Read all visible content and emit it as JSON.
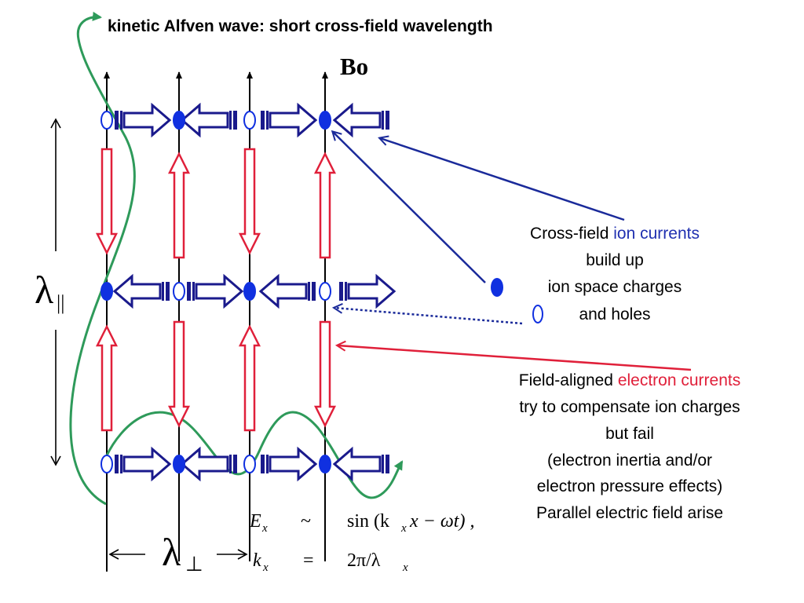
{
  "title": "kinetic Alfven wave: short cross-field wavelength",
  "field_label": "Bo",
  "lambda_parallel": {
    "base": "λ",
    "sub": "||"
  },
  "lambda_perp": {
    "base": "λ",
    "sub": "⊥"
  },
  "annotation_ion": {
    "line1_prefix": "Cross-field ",
    "line1_highlight": "ion currents",
    "line2": "build up",
    "line3": "ion space charges",
    "line4": "and holes"
  },
  "annotation_electron": {
    "line1_prefix": "Field-aligned ",
    "line1_highlight": "electron currents",
    "line2": "try to compensate ion charges",
    "line3": "but fail",
    "line4": "(electron inertia and/or",
    "line5": "electron pressure effects)",
    "line6": "Parallel electric field arise"
  },
  "equation_1": {
    "lhs": "E",
    "lhs_sub": "x",
    "op": "~",
    "rhs": "sin (k",
    "rhs_sub": "x",
    "rhs_tail": "x − ωt) ,"
  },
  "equation_2": {
    "lhs": "k",
    "lhs_sub": "x",
    "op": "=",
    "rhs": "2π/λ",
    "rhs_sub": "x"
  },
  "colors": {
    "field_line": "#000000",
    "ion_arrow": "#1a1a8c",
    "ion_dot": "#1030e0",
    "electron_arrow": "#e0203a",
    "wave": "#2e9a5a",
    "ion_text": "#2030b0",
    "electron_text": "#e0203a",
    "pointer_ion": "#1a2a9a",
    "pointer_electron": "#e0203a"
  }
}
